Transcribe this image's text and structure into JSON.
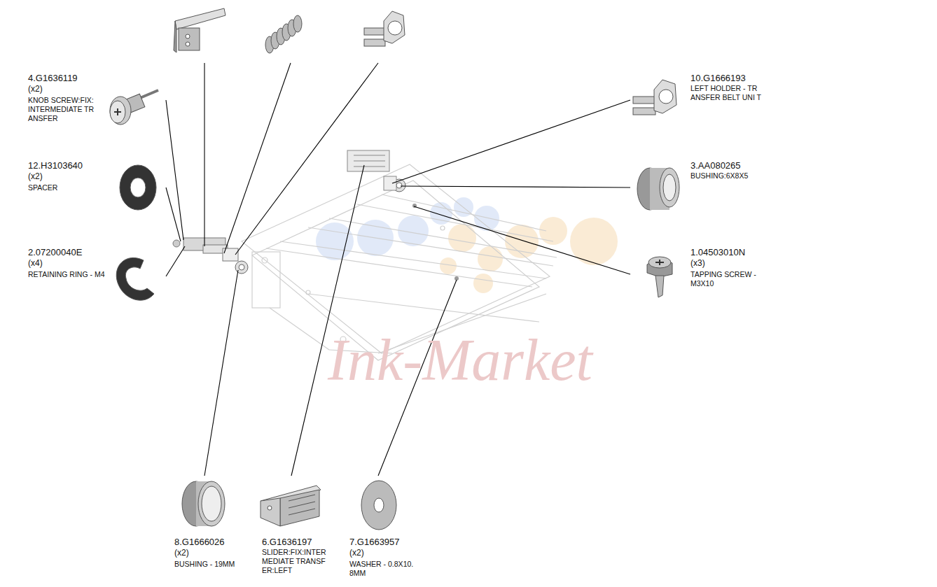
{
  "diagram": {
    "labels": [
      "4.G1636119",
      "(x2)",
      "KNOB SCREW:FIX: INTERMEDIATE TR ANSFER",
      "12.H3103640",
      "(x2)",
      "SPACER",
      "2.07200040E",
      "(x4)",
      "RETAINING RING - M4",
      "10.G1666193",
      "LEFT HOLDER - TR ANSFER BELT UNI T",
      "3.AA080265",
      "BUSHING:6X8X5",
      "1.04503010N",
      "(x3)",
      "TAPPING SCREW - M3X10",
      "8.G1666026",
      "(x2)",
      "BUSHING - 19MM",
      "6.G1636197",
      "SLIDER:FIX:INTER MEDIATE TRANSF ER:LEFT",
      "7.G1663957",
      "(x2)",
      "WASHER - 0.8X10. 8MM",
      "Ink-Market"
    ]
  }
}
